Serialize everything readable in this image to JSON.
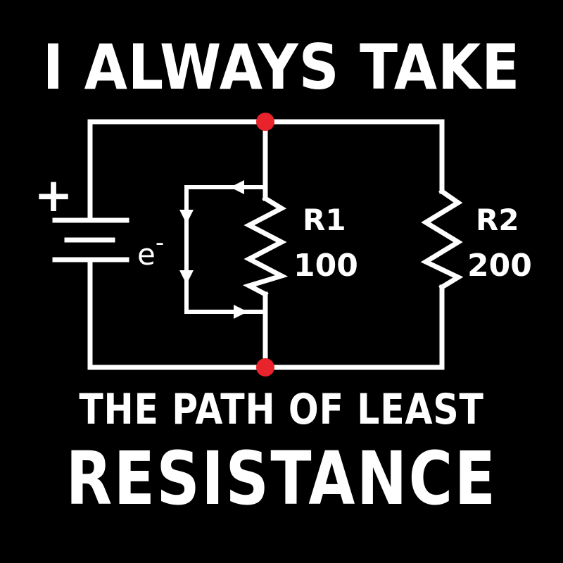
{
  "headline": {
    "top": "I ALWAYS TAKE",
    "middle": "THE PATH OF LEAST",
    "bottom": "RESISTANCE"
  },
  "circuit": {
    "battery": {
      "plus_symbol": "+",
      "electron": "e",
      "electron_charge": "-"
    },
    "resistors": [
      {
        "name": "R1",
        "value": "100"
      },
      {
        "name": "R2",
        "value": "200"
      }
    ]
  },
  "colors": {
    "background": "#000000",
    "foreground": "#ffffff",
    "node": "#e8232b"
  }
}
